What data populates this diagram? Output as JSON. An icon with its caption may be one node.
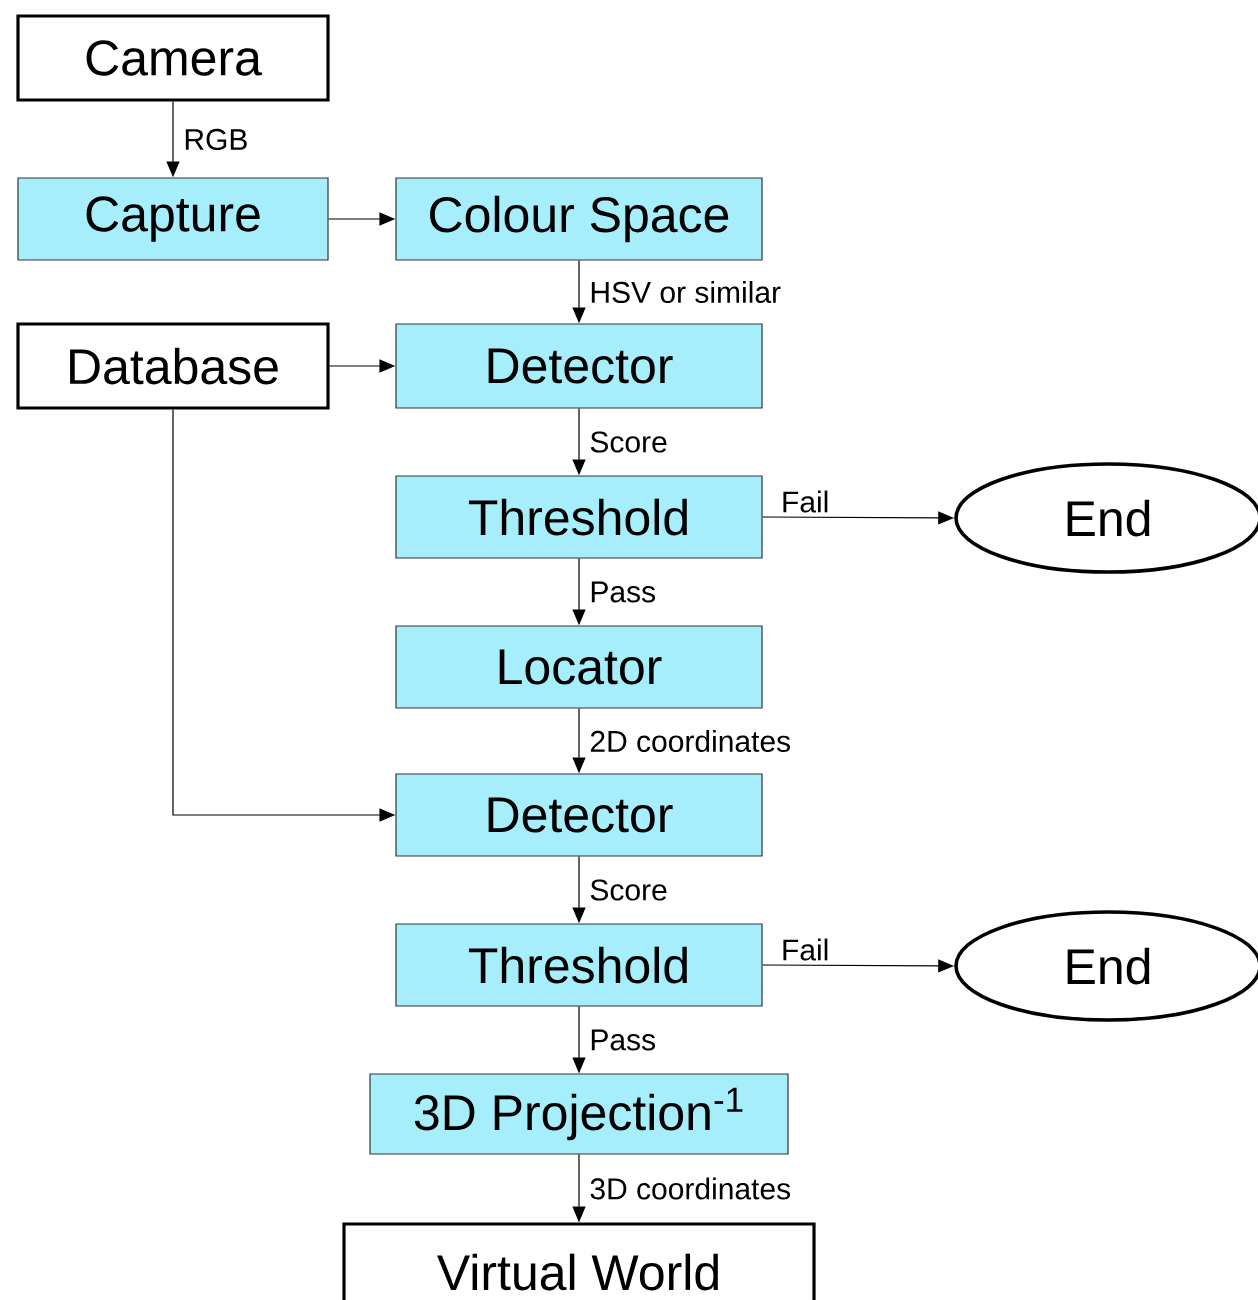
{
  "diagram": {
    "nodes": [
      {
        "text": [
          "Camera"
        ]
      },
      {
        "text": [
          "Capture"
        ]
      },
      {
        "text": [
          "Colour Space"
        ]
      },
      {
        "text": [
          "Database"
        ]
      },
      {
        "text": [
          "Detector"
        ]
      },
      {
        "text": [
          "Threshold"
        ]
      },
      {
        "text": [
          "End"
        ]
      },
      {
        "text": [
          "Locator"
        ]
      },
      {
        "text": [
          "Detector"
        ]
      },
      {
        "text": [
          "Threshold"
        ]
      },
      {
        "text": [
          "End"
        ]
      },
      {
        "text": [
          "3D Projection$^{-1}$"
        ]
      },
      {
        "text": [
          "Virtual World"
        ]
      }
    ],
    "edges": [
      {
        "from": 0,
        "to": 1,
        "arrow": "to",
        "label": "RGB"
      },
      {
        "from": 1,
        "to": 2,
        "arrow": "to"
      },
      {
        "from": 2,
        "to": 4,
        "arrow": "to",
        "label": "HSV or similar"
      },
      {
        "from": 3,
        "to": 4,
        "arrow": "to"
      },
      {
        "from": 4,
        "to": 5,
        "arrow": "to",
        "label": "Score"
      },
      {
        "from": 5,
        "to": 6,
        "arrow": "to",
        "label": "Fail"
      },
      {
        "from": 5,
        "to": 7,
        "arrow": "to",
        "label": "Pass"
      },
      {
        "from": 7,
        "to": 8,
        "arrow": "to",
        "label": "2D coordinates"
      },
      {
        "from": 3,
        "to": 8,
        "arrow": "to"
      },
      {
        "from": 8,
        "to": 9,
        "arrow": "to",
        "label": "Score"
      },
      {
        "from": 9,
        "to": 10,
        "arrow": "to",
        "label": "Fail"
      },
      {
        "from": 9,
        "to": 11,
        "arrow": "to",
        "label": "Pass"
      },
      {
        "from": 11,
        "to": 12,
        "arrow": "to",
        "label": "3D coordinates"
      }
    ]
  }
}
